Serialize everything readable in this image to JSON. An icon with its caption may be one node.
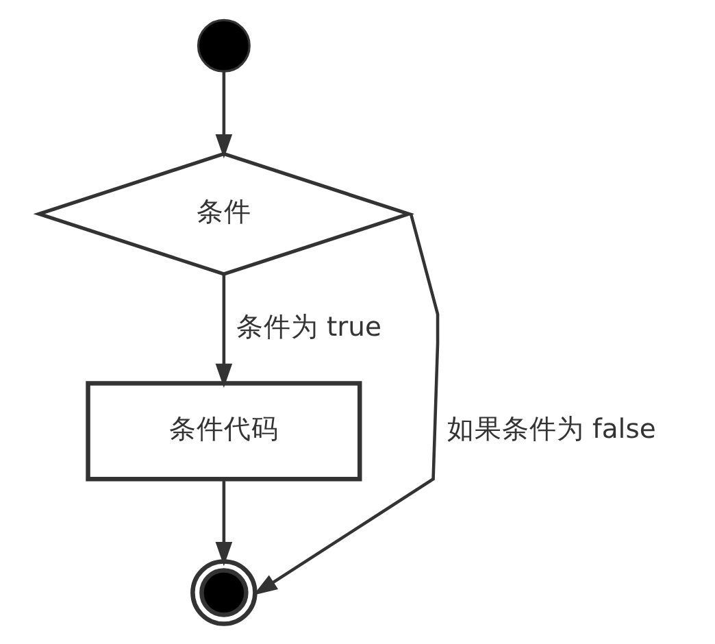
{
  "diagram": {
    "nodes": [
      {
        "text": [],
        "shape": "circle"
      },
      {
        "text": [
          "条件"
        ]
      },
      {
        "text": [
          "条件代码"
        ]
      },
      {
        "text": [],
        "shape": "circle"
      }
    ],
    "edges": [
      {
        "from": 0,
        "to": 1,
        "arrow": "to"
      },
      {
        "from": 1,
        "to": 2,
        "arrow": "to",
        "label": "条件为 true"
      },
      {
        "from": 2,
        "to": 3,
        "arrow": "to"
      },
      {
        "from": 1,
        "to": 3,
        "arrow": "to",
        "label": "如果条件为 false"
      }
    ]
  }
}
